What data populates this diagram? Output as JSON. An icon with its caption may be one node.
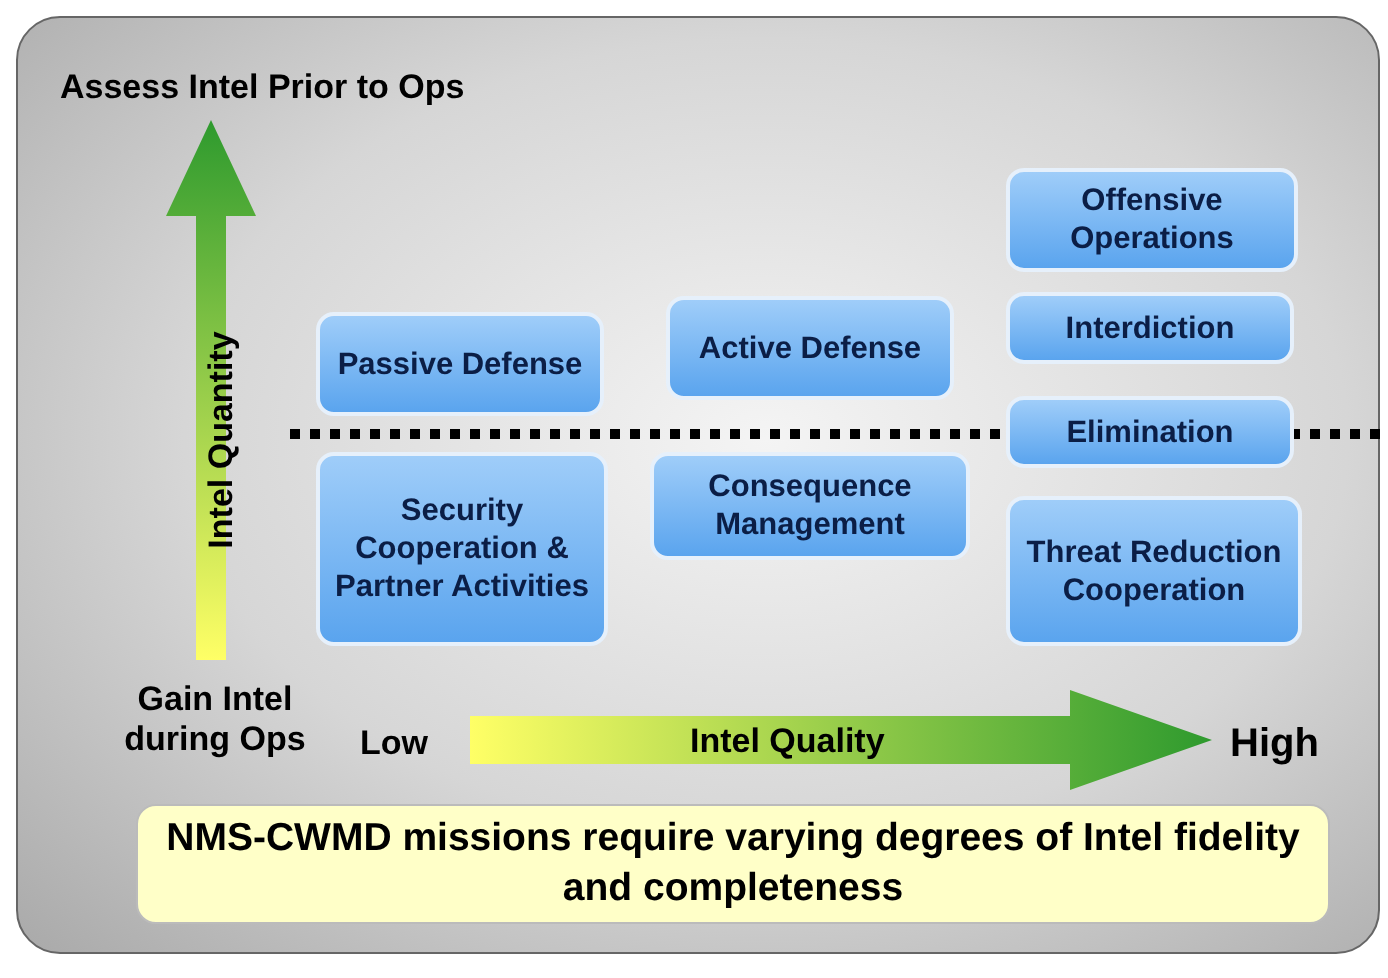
{
  "diagram": {
    "nodes": [
      {
        "text": [
          "Offensive Operations"
        ]
      },
      {
        "text": [
          "Active Defense"
        ]
      },
      {
        "text": [
          "Passive Defense"
        ]
      },
      {
        "text": [
          "Interdiction"
        ]
      },
      {
        "text": [
          "Elimination"
        ]
      },
      {
        "text": [
          "Security Cooperation & Partner Activities"
        ]
      },
      {
        "text": [
          "Consequence Management"
        ]
      },
      {
        "text": [
          "Threat Reduction Cooperation"
        ]
      },
      {
        "text": [
          "NMS-CWMD missions require varying degrees of Intel fidelity and completeness"
        ]
      }
    ],
    "edges": [],
    "labels": [
      "Assess Intel Prior to Ops",
      "Intel Quantity",
      "Gain Intel during Ops",
      "Low",
      "Intel Quality",
      "High"
    ]
  }
}
